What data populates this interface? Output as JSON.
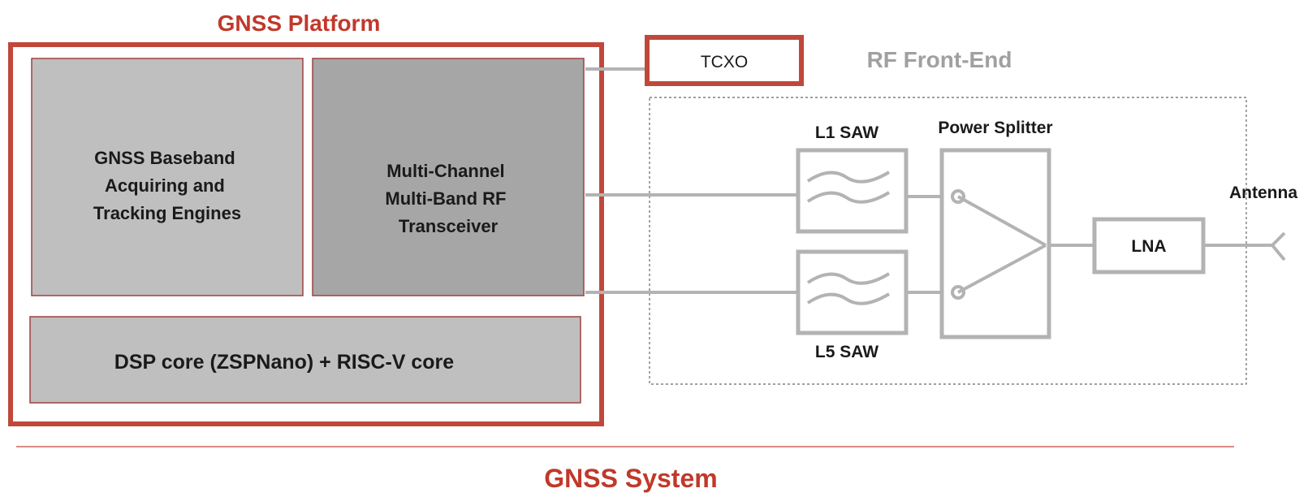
{
  "platform": {
    "title": "GNSS Platform",
    "baseband_lines": [
      "GNSS Baseband",
      "Acquiring and",
      "Tracking Engines"
    ],
    "transceiver_lines": [
      "Multi-Channel",
      "Multi-Band RF",
      "Transceiver"
    ],
    "dsp": "DSP core (ZSPNano) + RISC-V core"
  },
  "tcxo": "TCXO",
  "rf_front_end": {
    "title": "RF Front-End",
    "l1_saw": "L1 SAW",
    "l5_saw": "L5 SAW",
    "power_splitter": "Power Splitter",
    "lna": "LNA",
    "antenna": "Antenna"
  },
  "system_title": "GNSS System",
  "colors": {
    "accent": "#c0392b",
    "platform_border": "#c0483a",
    "baseband_fill": "#bfbfbf",
    "transceiver_fill": "#a6a6a6",
    "dsp_fill": "#bfbfbf",
    "rf_gray": "#b3b3b3",
    "title_gray": "#a0a0a0"
  }
}
